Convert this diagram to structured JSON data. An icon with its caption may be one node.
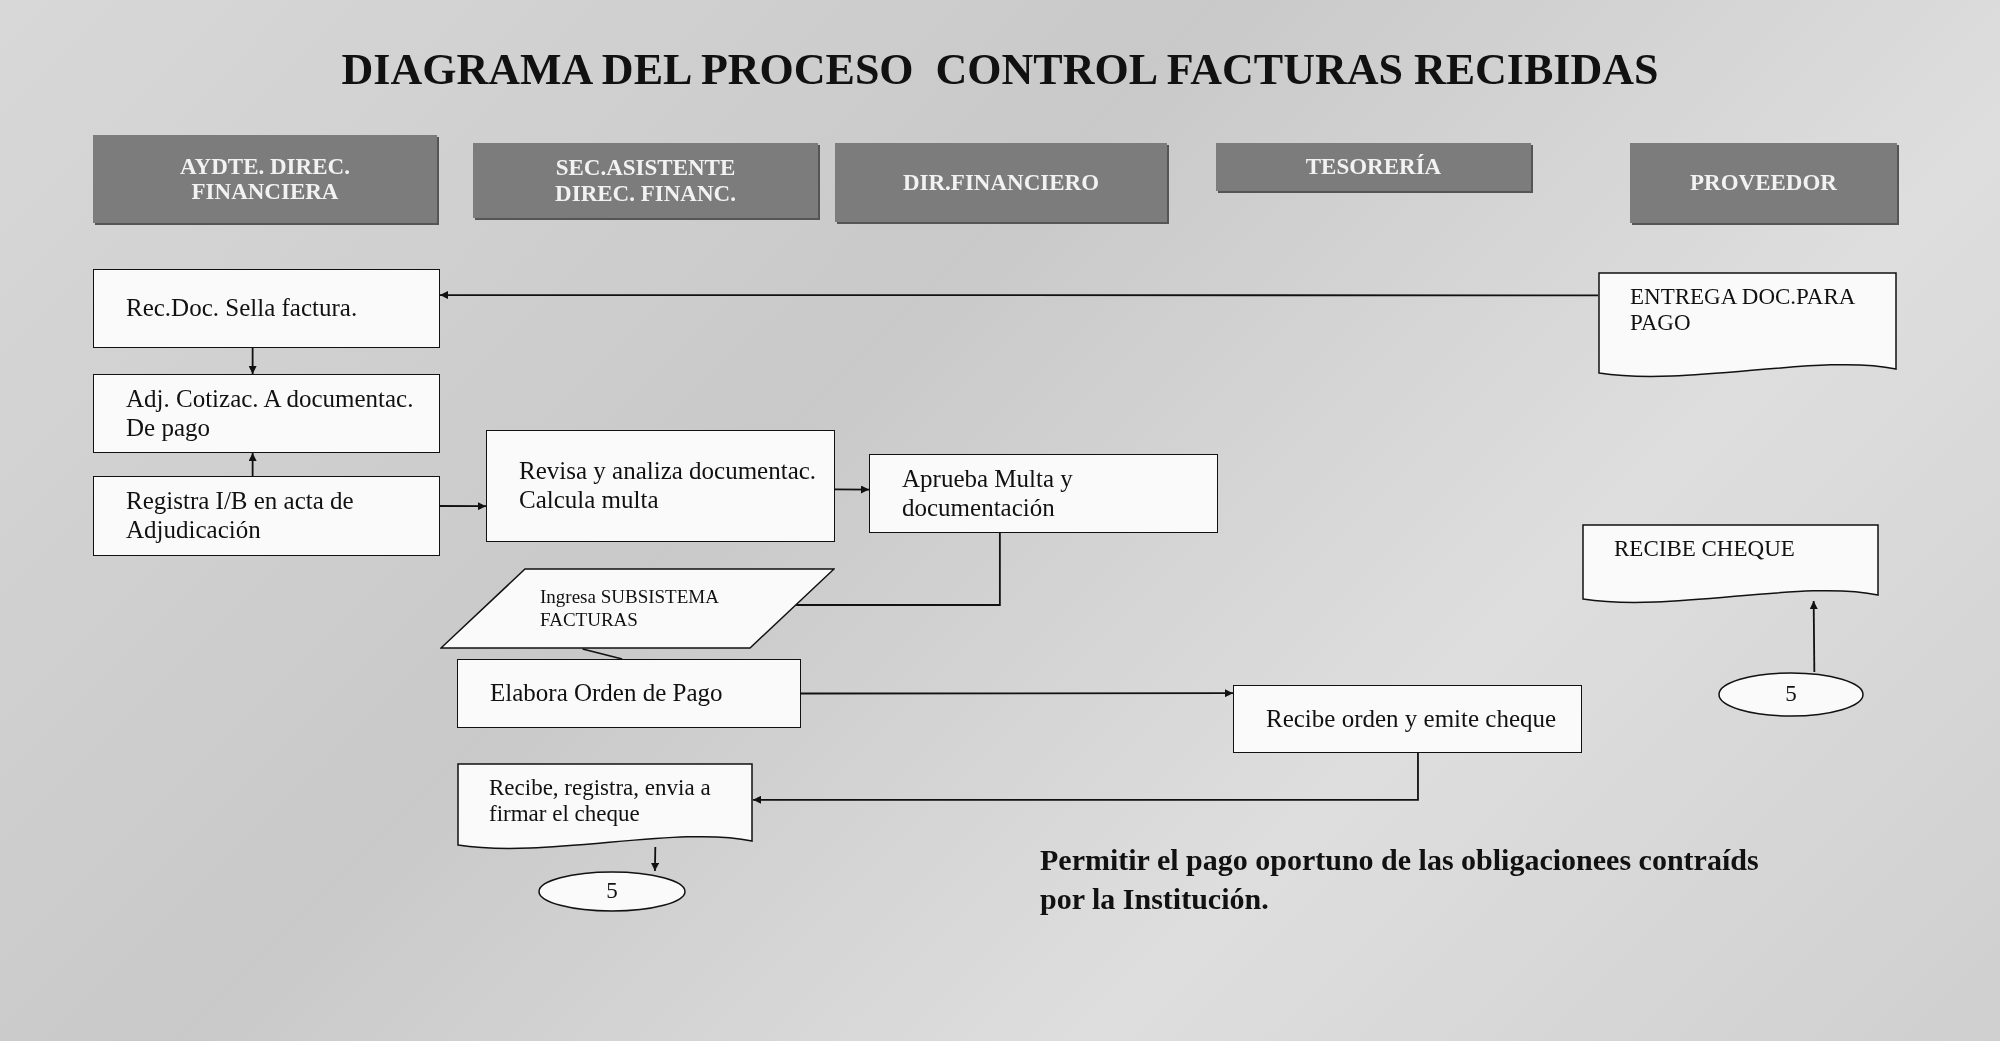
{
  "diagram": {
    "title": "DIAGRAMA DEL PROCESO  CONTROL FACTURAS RECIBIDAS",
    "nodes": [
      {
        "text": [
          "AYDTE. DIREC. FINANCIERA"
        ]
      },
      {
        "text": [
          "SEC.ASISTENTE DIREC. FINANC."
        ]
      },
      {
        "text": [
          "DIR.FINANCIERO"
        ]
      },
      {
        "text": [
          "TESORERÍA"
        ]
      },
      {
        "text": [
          "PROVEEDOR"
        ]
      },
      {
        "text": [
          "Rec.Doc. Sella factura."
        ]
      },
      {
        "text": [
          "ENTREGA DOC.PARA PAGO"
        ]
      },
      {
        "text": [
          "Adj. Cotizac. A documentac. De pago"
        ]
      },
      {
        "text": [
          "Registra I/B en acta de Adjudicación"
        ]
      },
      {
        "text": [
          "Revisa y analiza documentac. Calcula multa"
        ]
      },
      {
        "text": [
          "Aprueba Multa y documentación"
        ]
      },
      {
        "text": [
          "RECIBE CHEQUE"
        ]
      },
      {
        "text": [
          "Ingresa SUBSISTEMA FACTURAS"
        ]
      },
      {
        "text": [
          "Elabora Orden de Pago"
        ]
      },
      {
        "text": [
          "Recibe orden y emite cheque"
        ]
      },
      {
        "text": [
          "5"
        ]
      },
      {
        "text": [
          "Recibe, registra, envia a firmar el cheque"
        ]
      },
      {
        "text": [
          "5"
        ]
      }
    ],
    "edges": [
      {
        "from": 6,
        "to": 5,
        "arrow": "to"
      },
      {
        "from": 5,
        "to": 7,
        "arrow": "to"
      },
      {
        "from": 8,
        "to": 7,
        "arrow": "to"
      },
      {
        "from": 8,
        "to": 9,
        "arrow": "to"
      },
      {
        "from": 9,
        "to": 10,
        "arrow": "to"
      },
      {
        "from": 10,
        "to": 12,
        "arrow": "none"
      },
      {
        "from": 12,
        "to": 13,
        "arrow": "none"
      },
      {
        "from": 13,
        "to": 14,
        "arrow": "to"
      },
      {
        "from": 14,
        "to": 16,
        "arrow": "to"
      },
      {
        "from": 16,
        "to": 17,
        "arrow": "to"
      },
      {
        "from": 15,
        "to": 11,
        "arrow": "to"
      }
    ],
    "labels": [
      "Permitir el pago oportuno de las obligacionees contraíds por la Institución."
    ]
  }
}
